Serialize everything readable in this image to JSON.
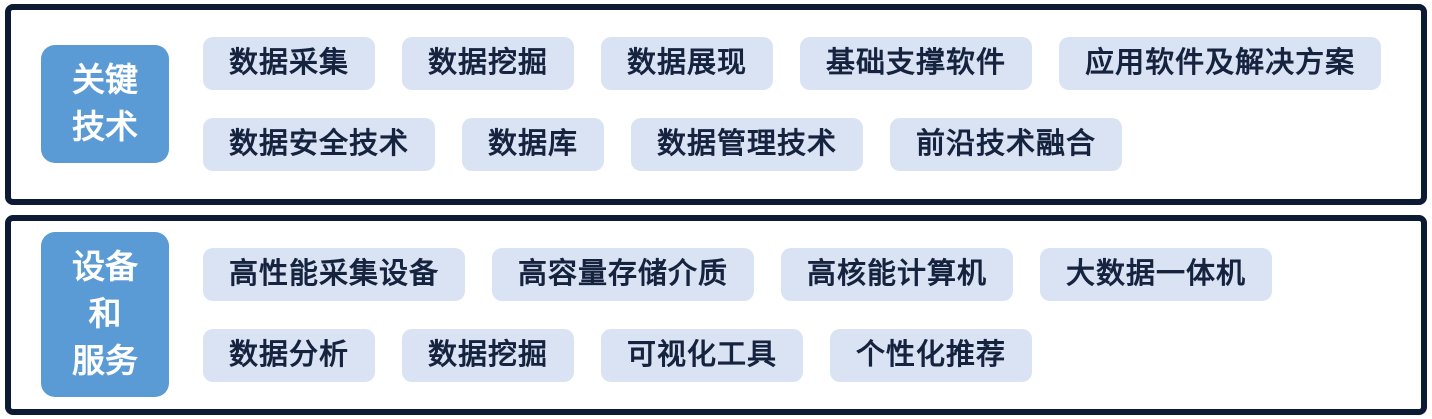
{
  "colors": {
    "background": "#ffffff",
    "panel_border": "#0c1a34",
    "label_bg": "#5b9bd5",
    "label_text": "#ffffff",
    "tag_bg": "#dae3f3",
    "tag_text": "#16233f"
  },
  "sections": [
    {
      "id": "key-technology",
      "label_lines": [
        "关键",
        "技术"
      ],
      "rows": [
        {
          "tags": [
            "数据采集",
            "数据挖掘",
            "数据展现",
            "基础支撑软件",
            "应用软件及解决方案"
          ]
        },
        {
          "tags": [
            "数据安全技术",
            "数据库",
            "数据管理技术",
            "前沿技术融合"
          ]
        }
      ]
    },
    {
      "id": "equipment-and-services",
      "label_lines": [
        "设备",
        "和",
        "服务"
      ],
      "rows": [
        {
          "tags": [
            "高性能采集设备",
            "高容量存储介质",
            "高核能计算机",
            "大数据一体机"
          ]
        },
        {
          "tags": [
            "数据分析",
            "数据挖掘",
            "可视化工具",
            "个性化推荐"
          ]
        }
      ]
    }
  ]
}
